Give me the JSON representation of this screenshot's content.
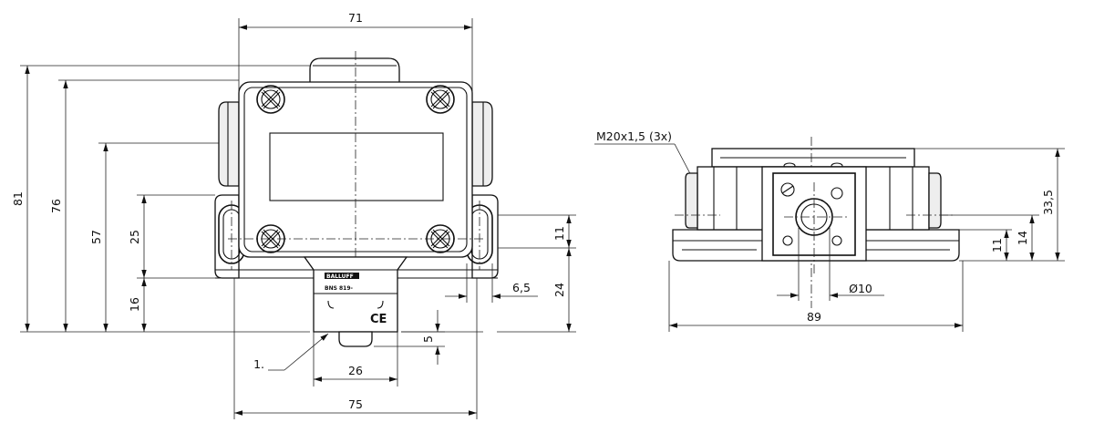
{
  "front_view": {
    "dim_width_top": "71",
    "dim_width_bottom": "75",
    "dim_connector_width": "26",
    "dim_connector_height": "5",
    "dim_height_total": "81",
    "dim_height_76": "76",
    "dim_height_57": "57",
    "dim_height_25": "25",
    "dim_height_16": "16",
    "dim_slot_11": "11",
    "dim_slot_width": "6,5",
    "dim_right_24": "24",
    "callout": "1.",
    "label_brand": "BALLUFF",
    "label_model": "BNS 819-",
    "label_ce": "CE"
  },
  "side_view": {
    "thread_label": "M20x1,5 (3x)",
    "dim_height_33_5": "33,5",
    "dim_height_14": "14",
    "dim_height_11": "11",
    "dim_diameter": "Ø10",
    "dim_length": "89"
  }
}
